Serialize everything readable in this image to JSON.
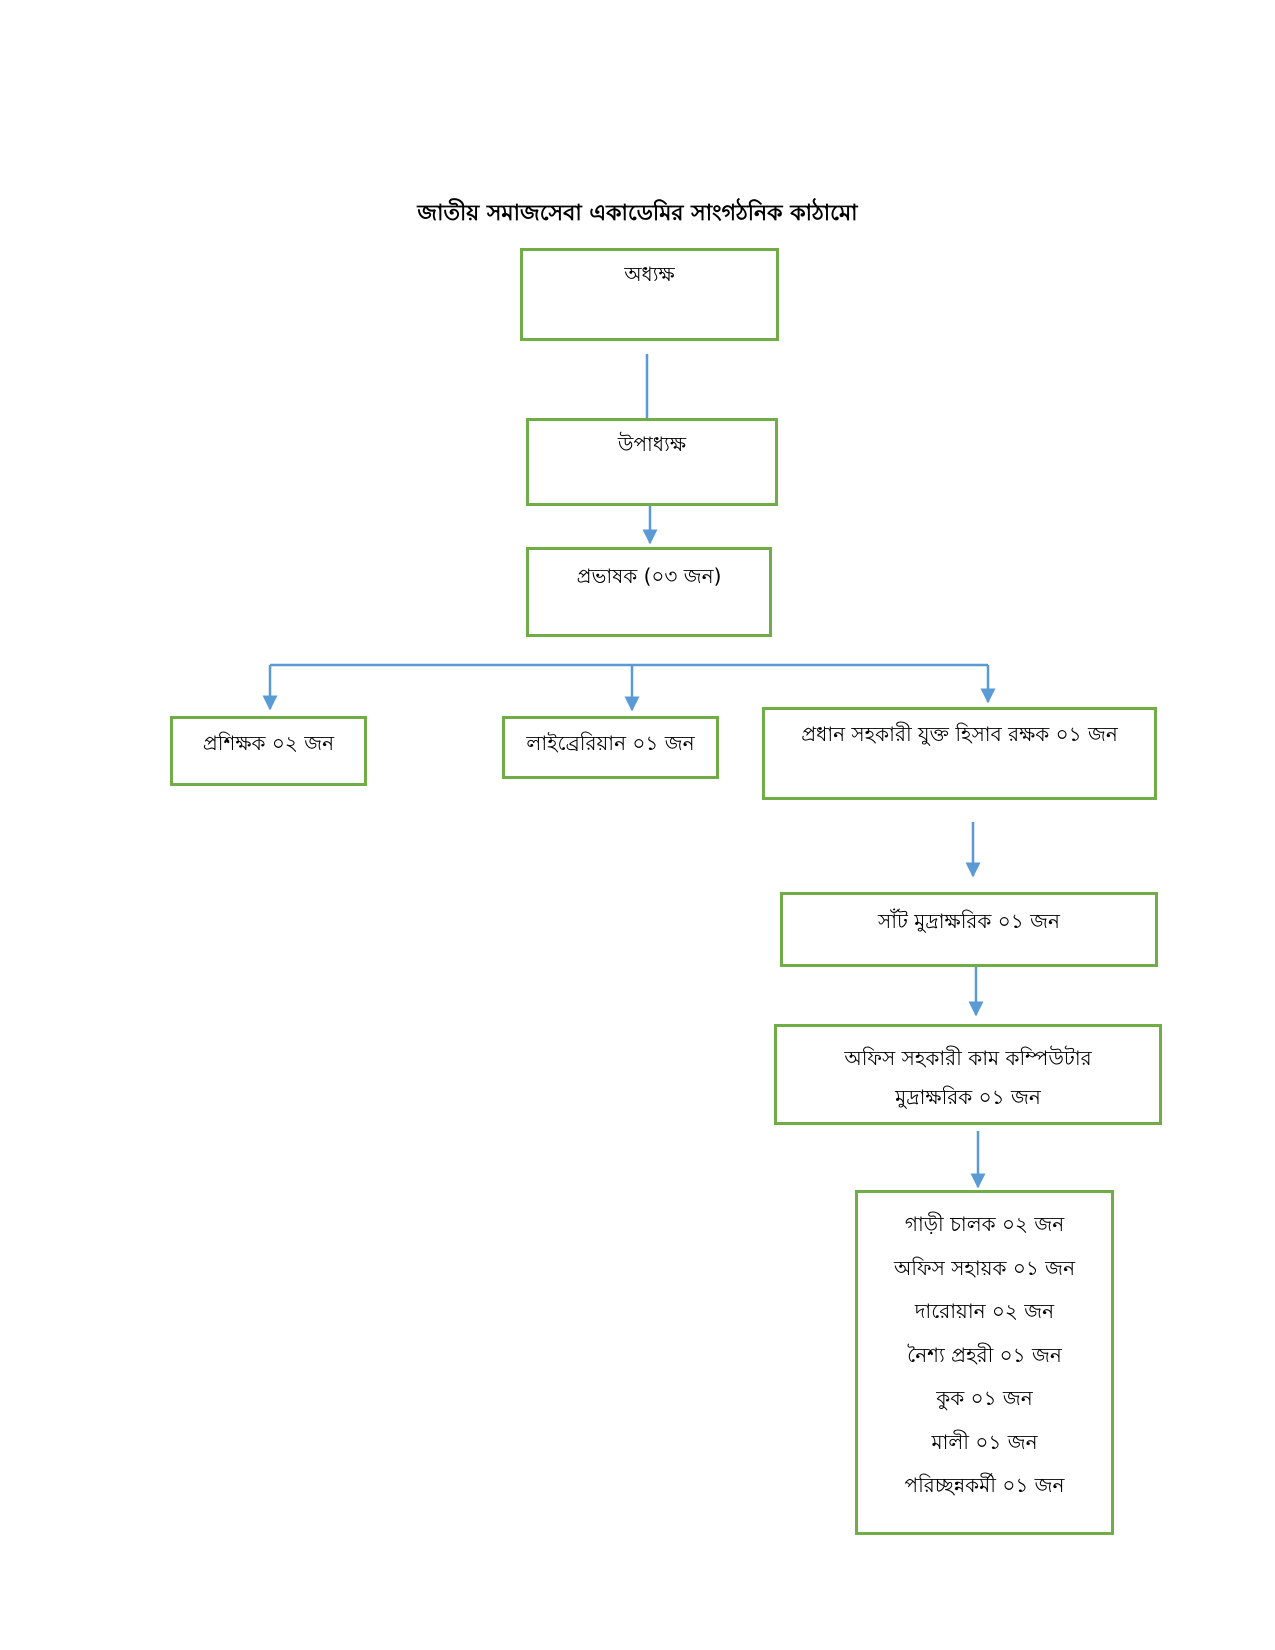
{
  "title": "জাতীয় সমাজসেবা একাডেমির সাংগঠনিক কাঠামো",
  "colors": {
    "box_border": "#70ad47",
    "connector": "#5b9bd5"
  },
  "nodes": {
    "principal": "অধ্যক্ষ",
    "vice_principal": "উপাধ্যক্ষ",
    "lecturer": "প্রভাষক (০৩ জন)",
    "trainer": "প্রশিক্ষক ০২ জন",
    "librarian": "লাইব্রেরিয়ান ০১ জন",
    "accountant": "প্রধান সহকারী যুক্ত হিসাব রক্ষক ০১ জন",
    "stenographer": "সাঁট মুদ্রাক্ষরিক ০১ জন",
    "office_assistant_lines": [
      "অফিস সহকারী কাম কম্পিউটার",
      "মুদ্রাক্ষরিক ০১ জন"
    ],
    "staff_lines": [
      "গাড়ী চালক ০২ জন",
      "অফিস সহায়ক ০১ জন",
      "দারোয়ান ০২ জন",
      "নৈশ্য প্রহরী ০১ জন",
      "কুক ০১ জন",
      "মালী ০১ জন",
      "পরিচ্ছন্নকর্মী ০১ জন"
    ]
  }
}
